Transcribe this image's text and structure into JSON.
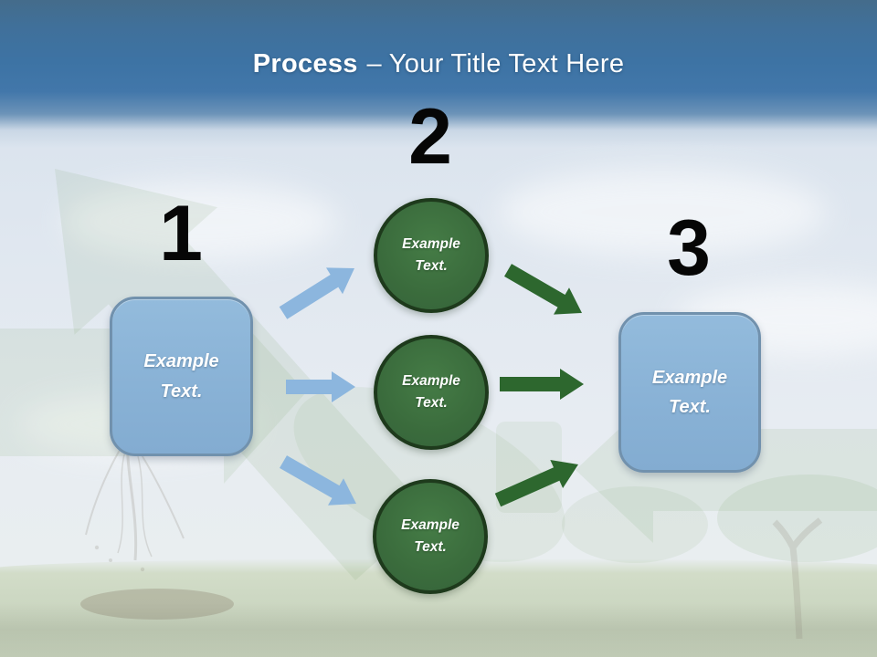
{
  "slide": {
    "title_bold": "Process",
    "title_rest": "– Your Title Text Here"
  },
  "colors": {
    "header_blue": "#3d73a4",
    "title_color": "#ffffff",
    "box_fill": "#8ab3d6",
    "box_border": "#7191ad",
    "circle_fill": "#3a6b3c",
    "circle_border": "#1e3a1c",
    "arrow_blue": "#8cb6de",
    "arrow_green": "#2d672e",
    "number_color": "#000000"
  },
  "steps": [
    {
      "number": "1",
      "shape": "rounded-rectangle",
      "label": "Example Text."
    },
    {
      "number": "2",
      "shape": "circle-group",
      "labels": [
        "Example Text.",
        "Example Text.",
        "Example Text."
      ]
    },
    {
      "number": "3",
      "shape": "rounded-rectangle",
      "label": "Example Text."
    }
  ]
}
